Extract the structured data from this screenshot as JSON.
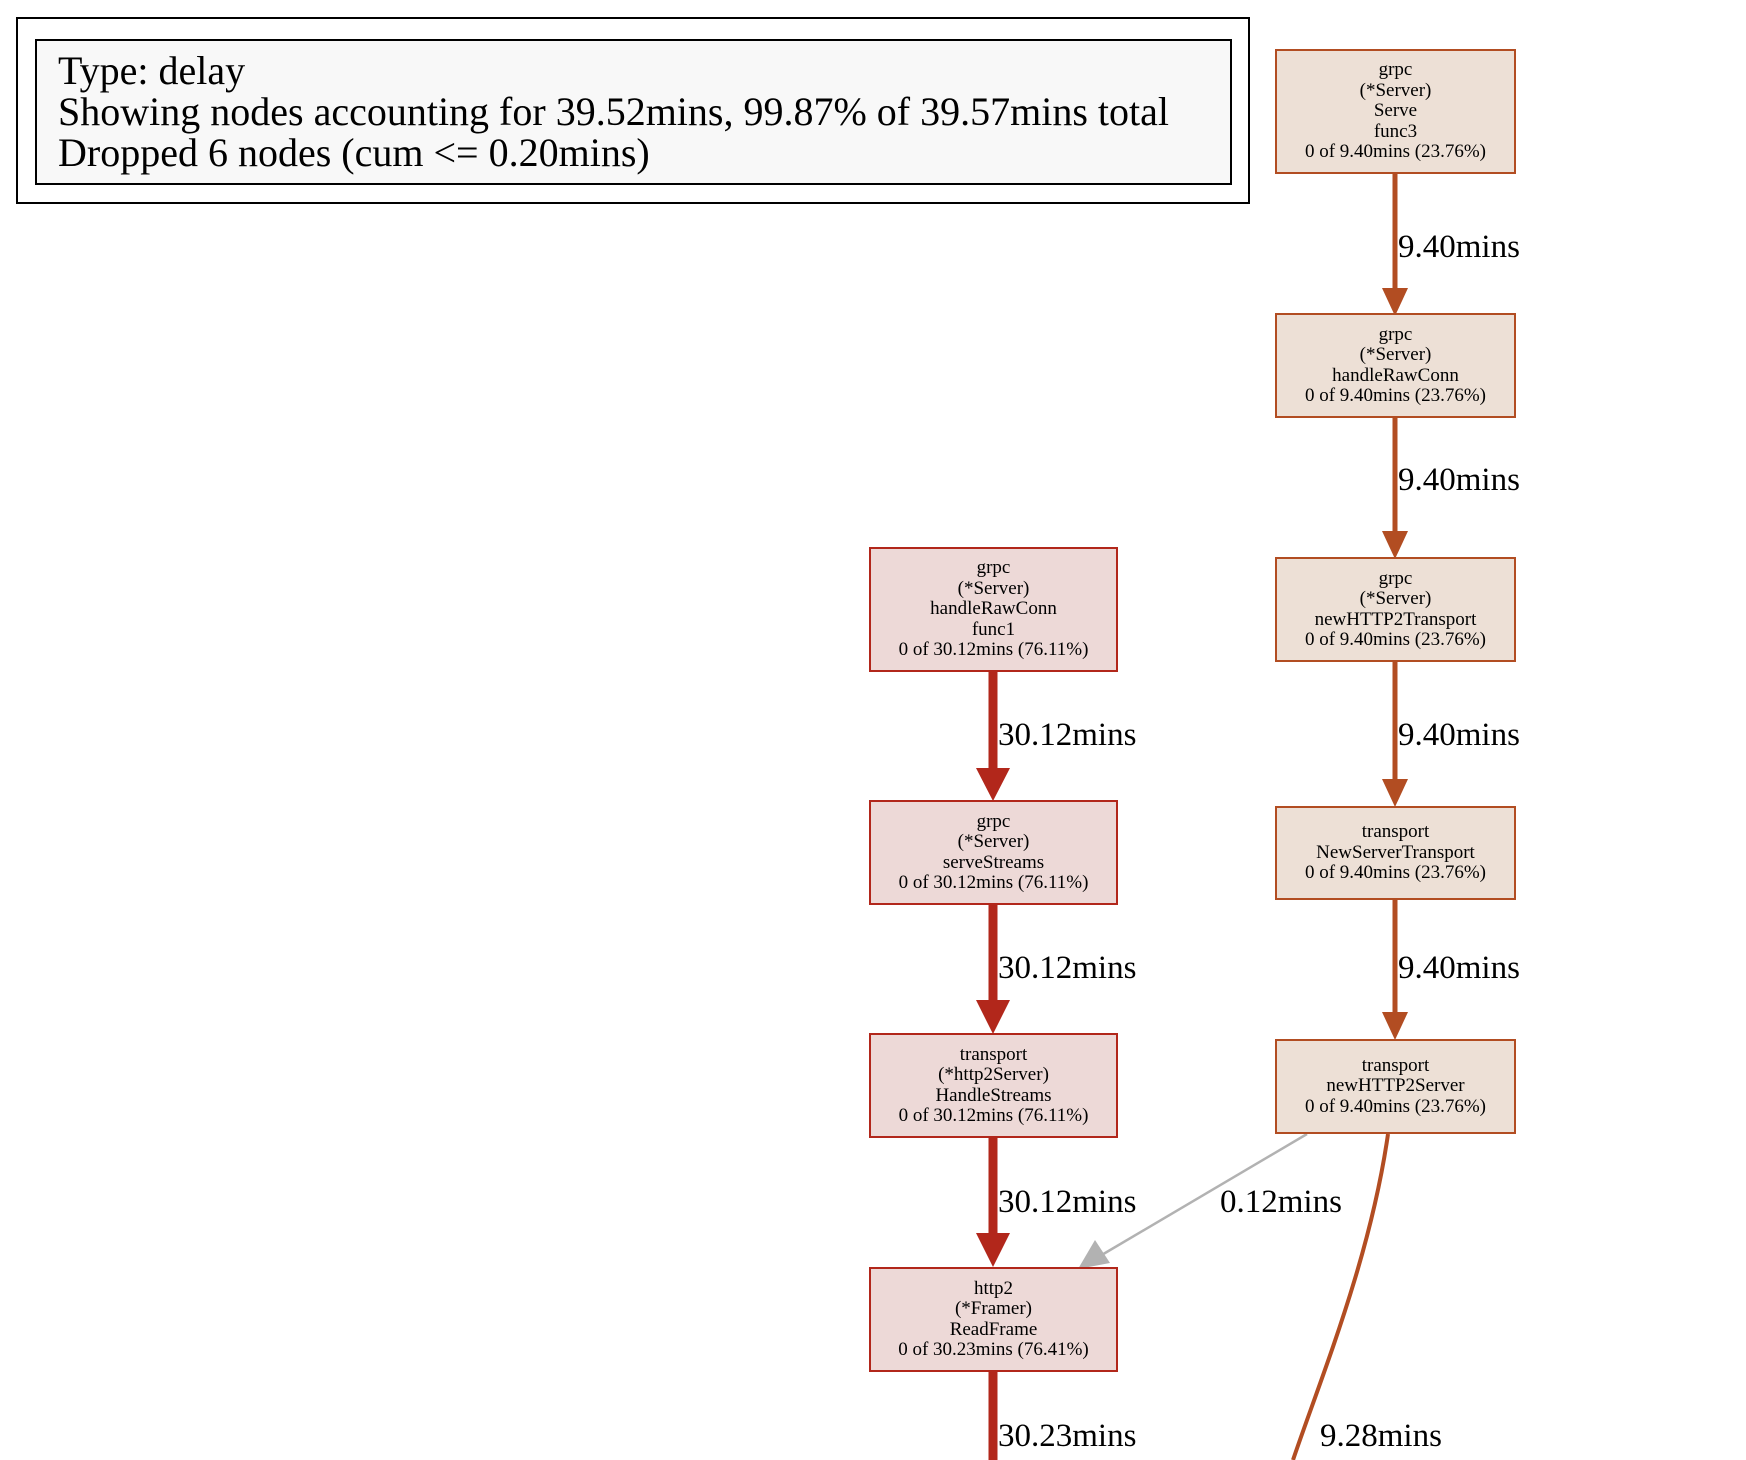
{
  "legend": {
    "line1": "Type: delay",
    "line2": "Showing nodes accounting for 39.52mins, 99.87% of 39.57mins total",
    "line3": "Dropped 6 nodes (cum <= 0.20mins)"
  },
  "nodes": [
    {
      "id": "serve_func3",
      "lines": [
        "grpc",
        "(*Server)",
        "Serve",
        "func3",
        "0 of 9.40mins (23.76%)"
      ]
    },
    {
      "id": "handleRawConn",
      "lines": [
        "grpc",
        "(*Server)",
        "handleRawConn",
        "0 of 9.40mins (23.76%)"
      ]
    },
    {
      "id": "newHTTP2Transport",
      "lines": [
        "grpc",
        "(*Server)",
        "newHTTP2Transport",
        "0 of 9.40mins (23.76%)"
      ]
    },
    {
      "id": "NewServerTransport",
      "lines": [
        "transport",
        "NewServerTransport",
        "0 of 9.40mins (23.76%)"
      ]
    },
    {
      "id": "newHTTP2Server",
      "lines": [
        "transport",
        "newHTTP2Server",
        "0 of 9.40mins (23.76%)"
      ]
    },
    {
      "id": "handleRawConn_func1",
      "lines": [
        "grpc",
        "(*Server)",
        "handleRawConn",
        "func1",
        "0 of 30.12mins (76.11%)"
      ]
    },
    {
      "id": "serveStreams",
      "lines": [
        "grpc",
        "(*Server)",
        "serveStreams",
        "0 of 30.12mins (76.11%)"
      ]
    },
    {
      "id": "HandleStreams",
      "lines": [
        "transport",
        "(*http2Server)",
        "HandleStreams",
        "0 of 30.12mins (76.11%)"
      ]
    },
    {
      "id": "ReadFrame",
      "lines": [
        "http2",
        "(*Framer)",
        "ReadFrame",
        "0 of 30.23mins (76.41%)"
      ]
    }
  ],
  "edges": [
    {
      "from": "serve_func3",
      "to": "handleRawConn",
      "label": "9.40mins",
      "color": "#b24d22"
    },
    {
      "from": "handleRawConn",
      "to": "newHTTP2Transport",
      "label": "9.40mins",
      "color": "#b24d22"
    },
    {
      "from": "newHTTP2Transport",
      "to": "NewServerTransport",
      "label": "9.40mins",
      "color": "#b24d22"
    },
    {
      "from": "NewServerTransport",
      "to": "newHTTP2Server",
      "label": "9.40mins",
      "color": "#b24d22"
    },
    {
      "from": "handleRawConn_func1",
      "to": "serveStreams",
      "label": "30.12mins",
      "color": "#b2271b"
    },
    {
      "from": "serveStreams",
      "to": "HandleStreams",
      "label": "30.12mins",
      "color": "#b2271b"
    },
    {
      "from": "HandleStreams",
      "to": "ReadFrame",
      "label": "30.12mins",
      "color": "#b2271b"
    },
    {
      "from": "newHTTP2Server",
      "to": "ReadFrame",
      "label": "0.12mins",
      "color": "#b2b2b2"
    },
    {
      "from": "ReadFrame",
      "to": "",
      "label": "30.23mins",
      "color": "#b2271b"
    },
    {
      "from": "newHTTP2Server",
      "to": "",
      "label": "9.28mins",
      "color": "#b24d22"
    }
  ]
}
